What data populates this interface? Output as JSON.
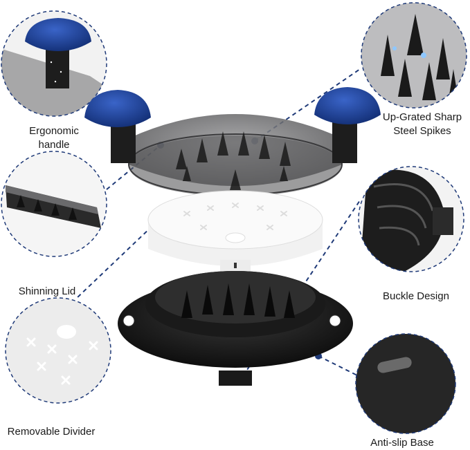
{
  "labels": {
    "ergonomic_handle_line1": "Ergonomic",
    "ergonomic_handle_line2": "handle",
    "spikes_line1": "Up-Grated Sharp",
    "spikes_line2": "Steel Spikes",
    "shinning_lid": "Shinning Lid",
    "buckle_design": "Buckle Design",
    "removable_divider": "Removable Divider",
    "anti_slip_base": "Anti-slip Base"
  },
  "colors": {
    "knob_blue": "#1f46a8",
    "leader_line": "#1f3a78",
    "dark_base": "#1c1c1c",
    "dome_gray": "#6e6e70",
    "divider_white": "#f4f4f4"
  }
}
